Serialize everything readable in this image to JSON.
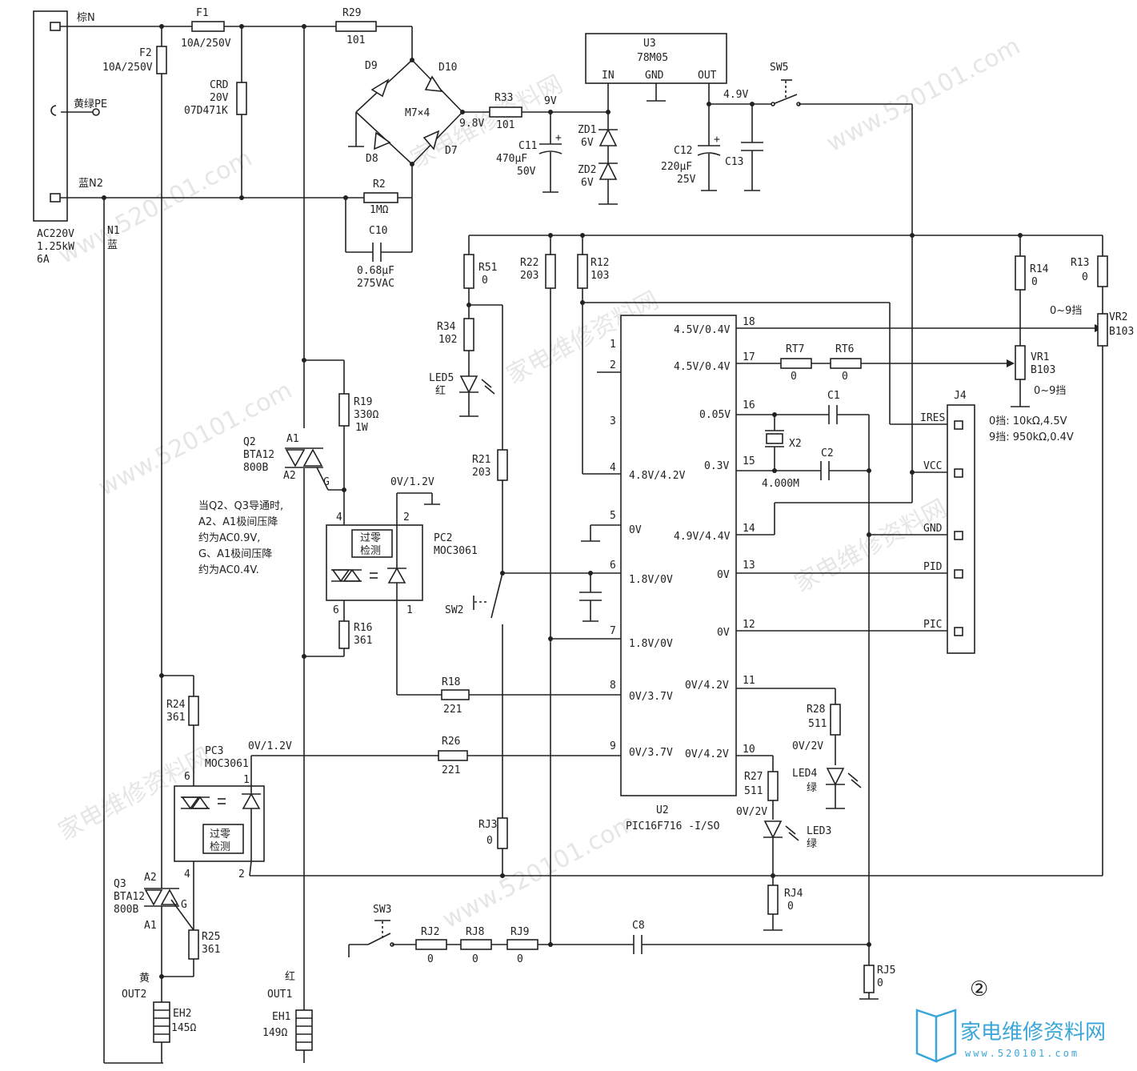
{
  "watermarks": [
    "www.520101.com",
    "家电维修资料网",
    "www.520101.com",
    "家电维修资料网",
    "www.520101.com",
    "家电维修资料网",
    "www.520101.com",
    "家电维修资料网"
  ],
  "logo": {
    "text": "家电维修资料网",
    "url": "www.520101.com"
  },
  "figure_number": "②",
  "power_input": {
    "brown": "棕N",
    "pe": "黄绿PE",
    "blue": "蓝N2",
    "spec1": "AC220V",
    "spec2": "1.25kW",
    "spec3": "6A",
    "n1": "N1",
    "n1_color": "蓝"
  },
  "fuses": {
    "f1": {
      "ref": "F1",
      "value": "10A/250V"
    },
    "f2": {
      "ref": "F2",
      "value": "10A/250V"
    }
  },
  "crd": {
    "ref": "CRD",
    "v1": "20V",
    "v2": "07D471K"
  },
  "bridge": {
    "r29": "R29",
    "r29v": "101",
    "d9": "D9",
    "d10": "D10",
    "d8": "D8",
    "d7": "D7",
    "m7": "M7×4",
    "out": "9.8V"
  },
  "r2": {
    "ref": "R2",
    "value": "1MΩ"
  },
  "c10": {
    "ref": "C10",
    "v1": "0.68μF",
    "v2": "275VAC"
  },
  "r33": {
    "ref": "R33",
    "value": "101",
    "node": "9V"
  },
  "c11": {
    "ref": "C11",
    "v1": "470μF",
    "v2": "50V"
  },
  "zd1": {
    "ref": "ZD1",
    "value": "6V"
  },
  "zd2": {
    "ref": "ZD2",
    "value": "6V"
  },
  "u3": {
    "ref": "U3",
    "part": "78M05",
    "in": "IN",
    "gnd": "GND",
    "out": "OUT"
  },
  "out_node": "4.9V",
  "c12": {
    "ref": "C12",
    "v1": "220μF",
    "v2": "25V"
  },
  "c13": "C13",
  "sw5": "SW5",
  "r51": {
    "ref": "R51",
    "value": "0"
  },
  "r22": {
    "ref": "R22",
    "value": "203"
  },
  "r12": {
    "ref": "R12",
    "value": "103"
  },
  "r14": {
    "ref": "R14",
    "value": "0"
  },
  "r13": {
    "ref": "R13",
    "value": "0"
  },
  "r34": {
    "ref": "R34",
    "value": "102"
  },
  "led5": {
    "ref": "LED5",
    "color": "红"
  },
  "r21": {
    "ref": "R21",
    "value": "203"
  },
  "r19": {
    "ref": "R19",
    "v1": "330Ω",
    "v2": "1W"
  },
  "q2": {
    "ref": "Q2",
    "p1": "BTA12",
    "p2": "800B",
    "a1": "A1",
    "a2": "A2",
    "g": "G"
  },
  "note_lines": [
    "当Q2、Q3导通时,",
    "A2、A1极间压降",
    "约为AC0.9V,",
    "G、A1极间压降",
    "约为AC0.4V."
  ],
  "pc2": {
    "ref": "PC2",
    "part": "MOC3061",
    "pin4": "4",
    "pin2": "2",
    "pin6": "6",
    "pin1": "1",
    "volt": "0V/1.2V",
    "zc1": "过零",
    "zc2": "检测"
  },
  "r16": {
    "ref": "R16",
    "value": "361"
  },
  "sw2": "SW2",
  "r18": {
    "ref": "R18",
    "value": "221"
  },
  "r24": {
    "ref": "R24",
    "value": "361"
  },
  "pc3": {
    "ref": "PC3",
    "part": "MOC3061",
    "pin6": "6",
    "pin1": "1",
    "pin4": "4",
    "pin2": "2",
    "volt": "0V/1.2V",
    "zc1": "过零",
    "zc2": "检测"
  },
  "r26": {
    "ref": "R26",
    "value": "221"
  },
  "q3": {
    "ref": "Q3",
    "p1": "BTA12",
    "p2": "800B",
    "a2": "A2",
    "a1": "A1",
    "g": "G"
  },
  "r25": {
    "ref": "R25",
    "value": "361"
  },
  "out2": {
    "color": "黄",
    "label": "OUT2"
  },
  "eh2": {
    "ref": "EH2",
    "value": "145Ω"
  },
  "out1": {
    "color": "红",
    "label": "OUT1"
  },
  "eh1": {
    "ref": "EH1",
    "value": "149Ω"
  },
  "rj3": {
    "ref": "RJ3",
    "value": "0"
  },
  "sw3": "SW3",
  "rj2": {
    "ref": "RJ2",
    "value": "0"
  },
  "rj8": {
    "ref": "RJ8",
    "value": "0"
  },
  "rj9": {
    "ref": "RJ9",
    "value": "0"
  },
  "c8": "C8",
  "rj5": {
    "ref": "RJ5",
    "value": "0"
  },
  "rj4": {
    "ref": "RJ4",
    "value": "0"
  },
  "u2": {
    "ref": "U2",
    "part": "PIC16F716 -I/SO",
    "left": [
      {
        "num": "1",
        "v": ""
      },
      {
        "num": "2",
        "v": ""
      },
      {
        "num": "3",
        "v": ""
      },
      {
        "num": "4",
        "v": "4.8V/4.2V"
      },
      {
        "num": "5",
        "v": "0V"
      },
      {
        "num": "6",
        "v": "1.8V/0V"
      },
      {
        "num": "7",
        "v": "1.8V/0V"
      },
      {
        "num": "8",
        "v": "0V/3.7V"
      },
      {
        "num": "9",
        "v": "0V/3.7V"
      }
    ],
    "right": [
      {
        "num": "18",
        "v": "4.5V/0.4V"
      },
      {
        "num": "17",
        "v": "4.5V/0.4V"
      },
      {
        "num": "16",
        "v": "0.05V"
      },
      {
        "num": "15",
        "v": "0.3V"
      },
      {
        "num": "14",
        "v": "4.9V/4.4V"
      },
      {
        "num": "13",
        "v": "0V"
      },
      {
        "num": "12",
        "v": "0V"
      },
      {
        "num": "11",
        "v": "0V/4.2V"
      },
      {
        "num": "10",
        "v": "0V/4.2V"
      }
    ]
  },
  "rt7": {
    "ref": "RT7",
    "value": "0"
  },
  "rt6": {
    "ref": "RT6",
    "value": "0"
  },
  "c1": "C1",
  "c2": "C2",
  "x2": {
    "ref": "X2",
    "value": "4.000M"
  },
  "vr1": {
    "ref": "VR1",
    "value": "B103",
    "range": "0~9挡"
  },
  "vr2": {
    "ref": "VR2",
    "value": "B103",
    "range": "0~9挡"
  },
  "vr_note1": "0挡: 10kΩ,4.5V",
  "vr_note2": "9挡: 950kΩ,0.4V",
  "j4": {
    "ref": "J4",
    "pins": [
      "IRES",
      "VCC",
      "GND",
      "PID",
      "PIC"
    ]
  },
  "r28": {
    "ref": "R28",
    "value": "511",
    "volt": "0V/2V"
  },
  "led4": {
    "ref": "LED4",
    "color": "绿"
  },
  "r27": {
    "ref": "R27",
    "value": "511",
    "volt": "0V/2V"
  },
  "led3": {
    "ref": "LED3",
    "color": "绿"
  }
}
